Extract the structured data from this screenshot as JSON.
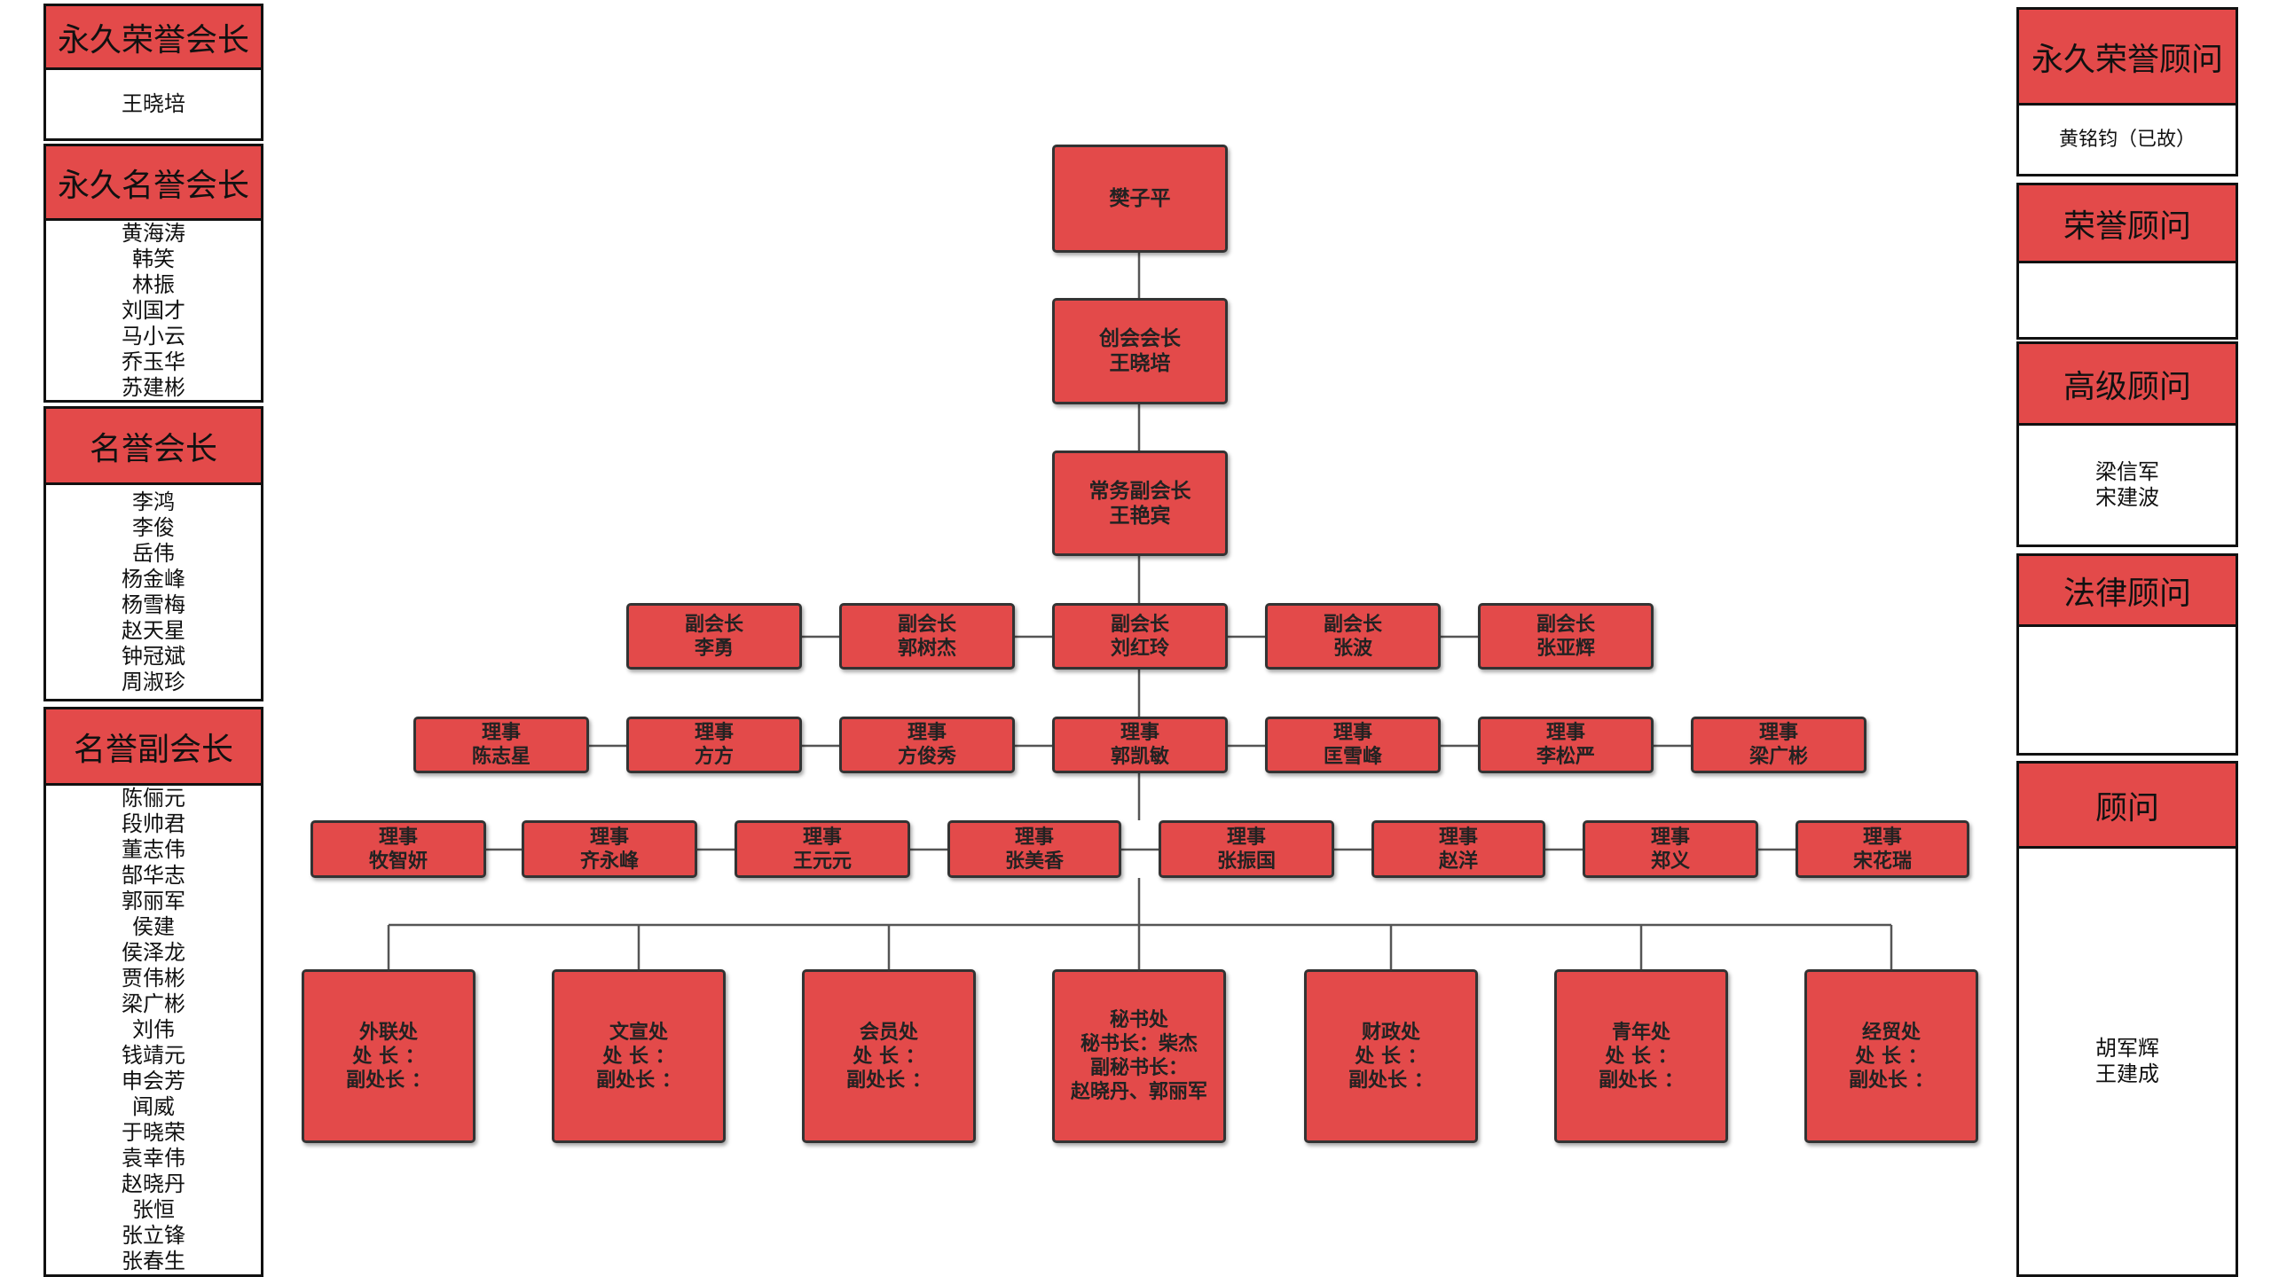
{
  "left_panels": [
    {
      "title": "永久荣誉会长",
      "names": [
        "王晓培"
      ]
    },
    {
      "title": "永久名誉会长",
      "names": [
        "黄海涛",
        "韩笑",
        "林振",
        "刘国才",
        "马小云",
        "乔玉华",
        "苏建彬"
      ]
    },
    {
      "title": "名誉会长",
      "names": [
        "李鸿",
        "李俊",
        "岳伟",
        "杨金峰",
        "杨雪梅",
        "赵天星",
        "钟冠斌",
        "周淑珍"
      ]
    },
    {
      "title": "名誉副会长",
      "names": [
        "陈俪元",
        "段帅君",
        "董志伟",
        "郜华志",
        "郭丽军",
        "侯建",
        "侯泽龙",
        "贾伟彬",
        "梁广彬",
        "刘伟",
        "钱靖元",
        "申会芳",
        "闻威",
        "于晓荣",
        "袁幸伟",
        "赵晓丹",
        "张恒",
        "张立锋",
        "张春生"
      ]
    }
  ],
  "right_panels": [
    {
      "title": "永久荣誉顾问",
      "names": [
        "黄铭钧（已故）"
      ]
    },
    {
      "title": "荣誉顾问",
      "names": []
    },
    {
      "title": "高级顾问",
      "names": [
        "梁信军",
        "宋建波"
      ]
    },
    {
      "title": "法律顾问",
      "names": []
    },
    {
      "title": "顾问",
      "names": [
        "胡军辉",
        "王建成"
      ]
    }
  ],
  "chain": [
    {
      "lines": [
        "樊子平"
      ]
    },
    {
      "lines": [
        "创会会长",
        "王晓培"
      ]
    },
    {
      "lines": [
        "常务副会长",
        "王艳宾"
      ]
    }
  ],
  "vice_presidents": [
    {
      "lines": [
        "副会长",
        "李勇"
      ]
    },
    {
      "lines": [
        "副会长",
        "郭树杰"
      ]
    },
    {
      "lines": [
        "副会长",
        "刘红玲"
      ]
    },
    {
      "lines": [
        "副会长",
        "张波"
      ]
    },
    {
      "lines": [
        "副会长",
        "张亚辉"
      ]
    }
  ],
  "directors_row1": [
    {
      "lines": [
        "理事",
        "陈志星"
      ]
    },
    {
      "lines": [
        "理事",
        "方方"
      ]
    },
    {
      "lines": [
        "理事",
        "方俊秀"
      ]
    },
    {
      "lines": [
        "理事",
        "郭凯敏"
      ]
    },
    {
      "lines": [
        "理事",
        "匡雪峰"
      ]
    },
    {
      "lines": [
        "理事",
        "李松严"
      ]
    },
    {
      "lines": [
        "理事",
        "梁广彬"
      ]
    }
  ],
  "directors_row2": [
    {
      "lines": [
        "理事",
        "牧智妍"
      ]
    },
    {
      "lines": [
        "理事",
        "齐永峰"
      ]
    },
    {
      "lines": [
        "理事",
        "王元元"
      ]
    },
    {
      "lines": [
        "理事",
        "张美香"
      ]
    },
    {
      "lines": [
        "理事",
        "张振国"
      ]
    },
    {
      "lines": [
        "理事",
        "赵洋"
      ]
    },
    {
      "lines": [
        "理事",
        "郑义"
      ]
    },
    {
      "lines": [
        "理事",
        "宋花瑞"
      ]
    }
  ],
  "departments": [
    {
      "lines": [
        "外联处",
        "处 长 ：",
        "副处长 ："
      ]
    },
    {
      "lines": [
        "文宣处",
        "处 长 ：",
        "副处长 ："
      ]
    },
    {
      "lines": [
        "会员处",
        "处 长 ：",
        "副处长 ："
      ]
    },
    {
      "lines": [
        "秘书处",
        "秘书长：柴杰",
        "副秘书长：",
        "赵晓丹、郭丽军"
      ]
    },
    {
      "lines": [
        "财政处",
        "处 长 ：",
        "副处长 ："
      ]
    },
    {
      "lines": [
        "青年处",
        "处 长 ：",
        "副处长 ："
      ]
    },
    {
      "lines": [
        "经贸处",
        "处 长 ：",
        "副处长 ："
      ]
    }
  ],
  "colors": {
    "node_fill": "#e34a4a",
    "header_fill": "#e34a4a",
    "line": "#555555"
  }
}
